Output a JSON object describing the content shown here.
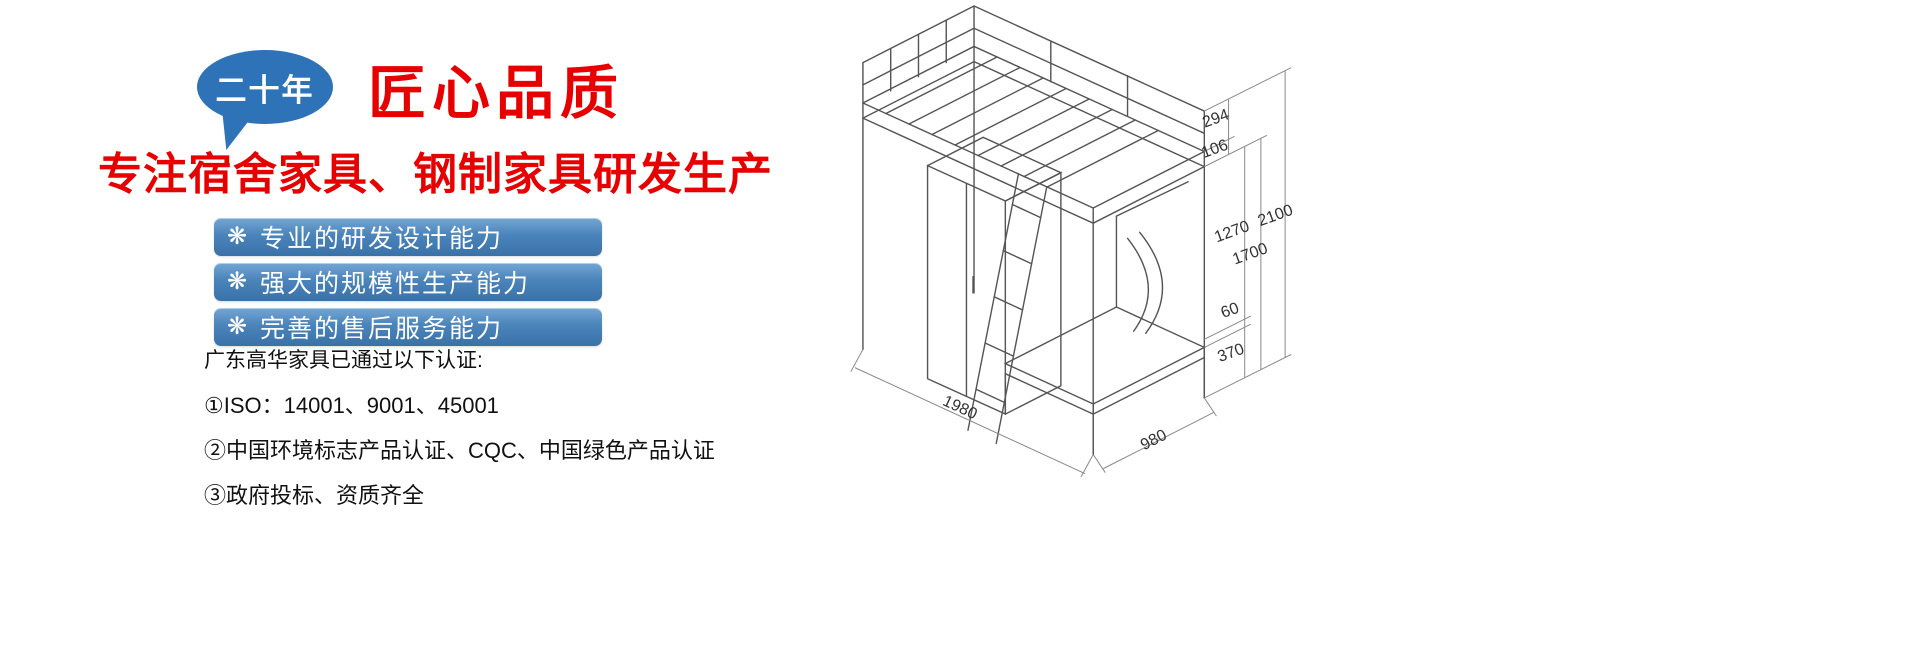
{
  "banner": {
    "badge": "二十年",
    "title": "匠心品质",
    "subtitle": "专注宿舍家具、钢制家具研发生产"
  },
  "features": {
    "icon_glyph": "❋",
    "items": [
      {
        "label": "专业的研发设计能力"
      },
      {
        "label": "强大的规模性生产能力"
      },
      {
        "label": "完善的售后服务能力"
      }
    ]
  },
  "certifications": {
    "intro": "广东高华家具已通过以下认证:",
    "items": [
      {
        "text": "①ISO：14001、9001、45001"
      },
      {
        "text": "②中国环境标志产品认证、CQC、中国绿色产品认证"
      },
      {
        "text": "③政府投标、资质齐全"
      }
    ]
  },
  "diagram": {
    "description": "loft-bed-with-wardrobe-isometric-drawing",
    "dimensions": {
      "guardrail_height": "294",
      "frame_depth": "106",
      "under_bunk_clearance": "1270",
      "gap": "60",
      "base_height": "370",
      "underside_height": "1700",
      "total_height": "2100",
      "bed_length": "1980",
      "bed_width": "980"
    }
  },
  "colors": {
    "accent_red": "#e60000",
    "bubble_blue": "#2e73b8",
    "bar_blue": "#4a84ba",
    "line_gray": "#555555"
  }
}
